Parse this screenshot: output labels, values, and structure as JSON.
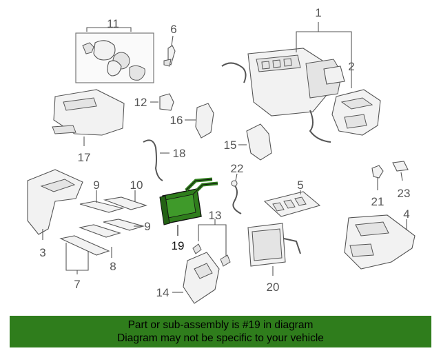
{
  "diagram": {
    "highlighted_part": "19",
    "highlight_color": "#2f7d1c",
    "callouts": [
      {
        "id": "1",
        "label": "1"
      },
      {
        "id": "2",
        "label": "2"
      },
      {
        "id": "3",
        "label": "3"
      },
      {
        "id": "4",
        "label": "4"
      },
      {
        "id": "5",
        "label": "5"
      },
      {
        "id": "6",
        "label": "6"
      },
      {
        "id": "7",
        "label": "7"
      },
      {
        "id": "8",
        "label": "8"
      },
      {
        "id": "9a",
        "label": "9"
      },
      {
        "id": "9b",
        "label": "9"
      },
      {
        "id": "10",
        "label": "10"
      },
      {
        "id": "11",
        "label": "11"
      },
      {
        "id": "12",
        "label": "12"
      },
      {
        "id": "13",
        "label": "13"
      },
      {
        "id": "14",
        "label": "14"
      },
      {
        "id": "15",
        "label": "15"
      },
      {
        "id": "16",
        "label": "16"
      },
      {
        "id": "17",
        "label": "17"
      },
      {
        "id": "18",
        "label": "18"
      },
      {
        "id": "19",
        "label": "19"
      },
      {
        "id": "20",
        "label": "20"
      },
      {
        "id": "21",
        "label": "21"
      },
      {
        "id": "22",
        "label": "22"
      },
      {
        "id": "23",
        "label": "23"
      }
    ]
  },
  "banner": {
    "background": "#2f7d1c",
    "line1": "Part or sub-assembly is #19 in diagram",
    "line2": "Diagram may not be specific to your vehicle"
  }
}
